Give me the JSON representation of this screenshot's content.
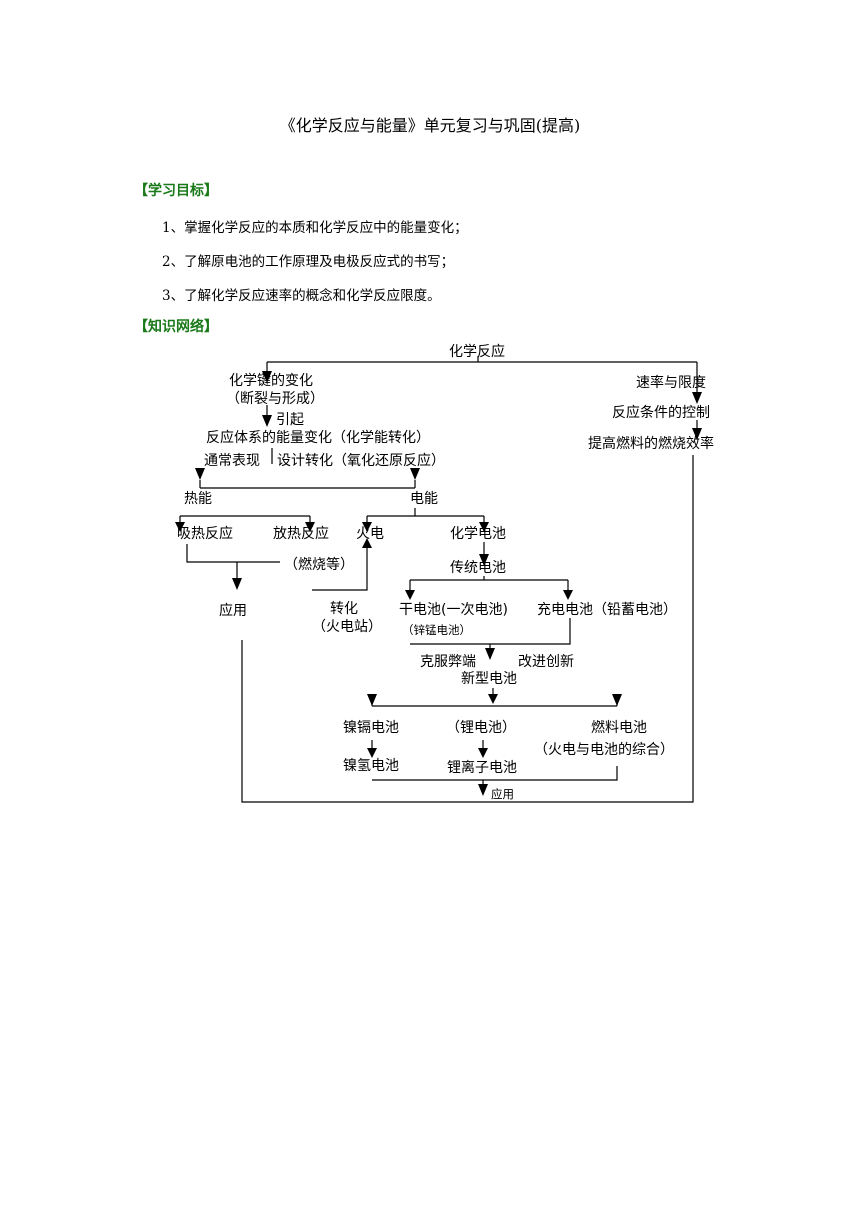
{
  "title": "《化学反应与能量》单元复习与巩固(提高)",
  "sections": {
    "objectives_heading": "【学习目标】",
    "network_heading": "【知识网络】"
  },
  "objectives": [
    "1、掌握化学反应的本质和化学反应中的能量变化；",
    "2、了解原电池的工作原理及电极反应式的书写；",
    "3、了解化学反应速率的概念和化学反应限度。"
  ],
  "diagram": {
    "root": "化学反应",
    "bond_change": "化学键的变化",
    "bond_detail": "（断裂与形成）",
    "cause": "引起",
    "energy_change": "反应体系的能量变化（化学能转化）",
    "usual": "通常表现",
    "design": "设计转化（氧化还原反应）",
    "heat": "热能",
    "electric": "电能",
    "endothermic": "吸热反应",
    "exothermic": "放热反应",
    "combustion": "（燃烧等）",
    "application_left": "应用",
    "thermal_power": "火电",
    "conversion": "转化",
    "power_station": "（火电站）",
    "chem_battery": "化学电池",
    "traditional": "传统电池",
    "dry_cell": "干电池(一次电池)",
    "zinc_mn": "（锌锰电池）",
    "rechargeable": "充电电池（铅蓄电池）",
    "overcome": "克服弊端",
    "improve": "改进创新",
    "new_battery": "新型电池",
    "nicd": "镍镉电池",
    "nimh": "镍氢电池",
    "lithium": "（锂电池）",
    "li_ion": "锂离子电池",
    "fuel_cell": "燃料电池",
    "fuel_cell_note": "（火电与电池的综合）",
    "rate_limit": "速率与限度",
    "condition_control": "反应条件的控制",
    "efficiency": "提高燃料的燃烧效率",
    "application_bottom": "应用"
  }
}
